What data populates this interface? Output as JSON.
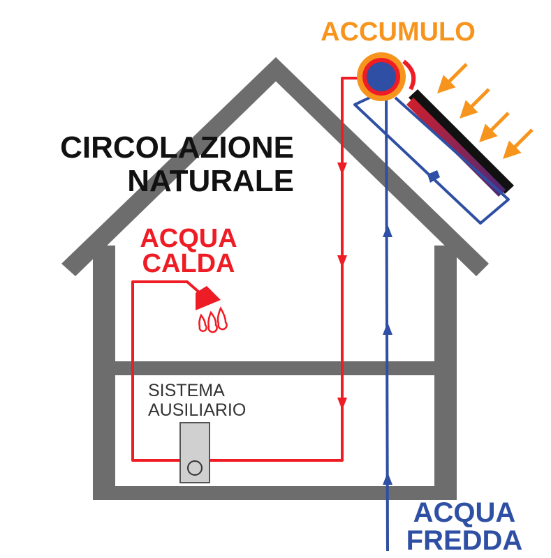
{
  "title": {
    "line1": "CIRCOLAZIONE",
    "line2": "NATURALE"
  },
  "labels": {
    "storage": "ACCUMULO",
    "hot_water_line1": "ACQUA",
    "hot_water_line2": "CALDA",
    "cold_water_line1": "ACQUA",
    "cold_water_line2": "FREDDA",
    "aux_system_line1": "SISTEMA",
    "aux_system_line2": "AUSILIARIO"
  },
  "colors": {
    "hot": "#ee1c24",
    "cold": "#2e4fa3",
    "storage": "#f7941d",
    "house": "#6d6d6d",
    "sun_rays": "#f7941d",
    "title": "#111111"
  },
  "icons": {
    "sun_rays": "sun-rays-icon",
    "shower": "shower-head-icon",
    "boiler": "boiler-icon",
    "storage_tank": "storage-tank-icon",
    "solar_panel": "solar-panel-icon"
  }
}
